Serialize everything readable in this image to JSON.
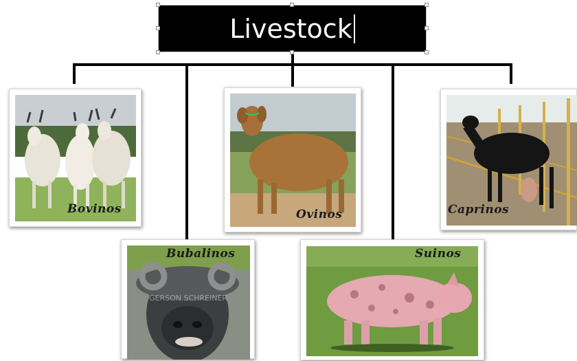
{
  "title": "Livestock",
  "categories": [
    {
      "id": "bovinos",
      "label": "Bovinos"
    },
    {
      "id": "ovinos",
      "label": "Ovinos"
    },
    {
      "id": "caprinos",
      "label": "Caprinos"
    },
    {
      "id": "bubalinos",
      "label": "Bubalinos"
    },
    {
      "id": "suinos",
      "label": "Suinos"
    }
  ],
  "watermark": "GERSON SCHREINER"
}
